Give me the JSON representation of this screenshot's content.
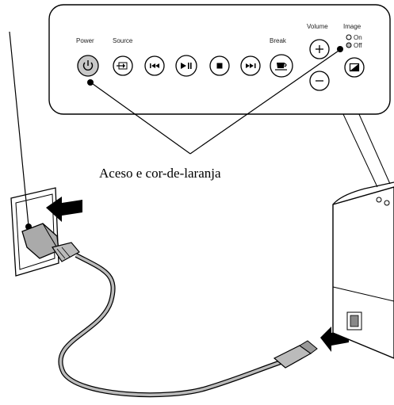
{
  "panel": {
    "labels": {
      "power": "Power",
      "source": "Source",
      "break": "Break",
      "volume": "Volume",
      "image": "Image",
      "on": "On",
      "off": "Off"
    },
    "buttons": [
      {
        "name": "power-button",
        "icon": "power-icon"
      },
      {
        "name": "source-button",
        "icon": "source-input-icon"
      },
      {
        "name": "previous-button",
        "icon": "skip-back-icon"
      },
      {
        "name": "play-pause-button",
        "icon": "play-pause-icon"
      },
      {
        "name": "stop-button",
        "icon": "stop-icon"
      },
      {
        "name": "next-button",
        "icon": "skip-forward-icon"
      },
      {
        "name": "break-button",
        "icon": "coffee-cup-icon"
      },
      {
        "name": "volume-up-button",
        "icon": "plus-icon"
      },
      {
        "name": "volume-down-button",
        "icon": "minus-icon"
      },
      {
        "name": "image-button",
        "icon": "image-toggle-icon"
      }
    ]
  },
  "callout": {
    "text": "Aceso e cor-de-laranja"
  },
  "colors": {
    "power_button_fill": "#c8c8c8",
    "panel_fill": "#ffffff",
    "line": "#000000"
  }
}
